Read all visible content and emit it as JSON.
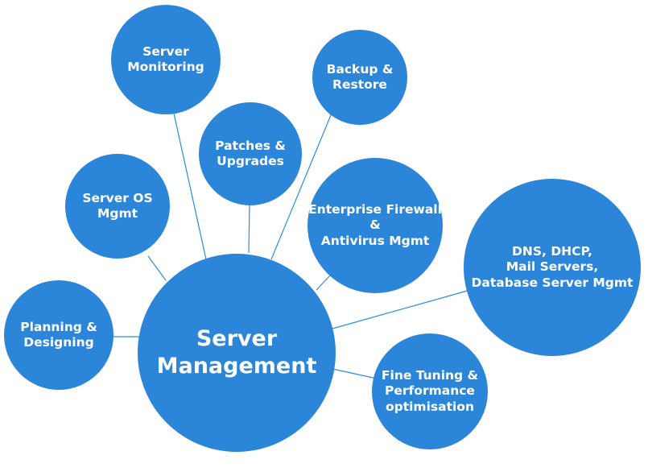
{
  "center": {
    "label": "Server\nManagement"
  },
  "nodes": [
    {
      "id": "server-monitoring",
      "label": "Server\nMonitoring"
    },
    {
      "id": "backup-restore",
      "label": "Backup &\nRestore"
    },
    {
      "id": "patches-upgrades",
      "label": "Patches &\nUpgrades"
    },
    {
      "id": "server-os-mgmt",
      "label": "Server OS\nMgmt"
    },
    {
      "id": "enterprise-firewall",
      "label": "Enterprise Firewall\n&\nAntivirus Mgmt"
    },
    {
      "id": "dns-dhcp",
      "label": "DNS, DHCP,\nMail Servers,\nDatabase Server Mgmt"
    },
    {
      "id": "planning-designing",
      "label": "Planning &\nDesigning"
    },
    {
      "id": "fine-tuning",
      "label": "Fine Tuning &\nPerformance\noptimisation"
    }
  ],
  "colors": {
    "bubble": "#2b86d9",
    "line": "#2a8de0",
    "text": "#ffffff"
  }
}
